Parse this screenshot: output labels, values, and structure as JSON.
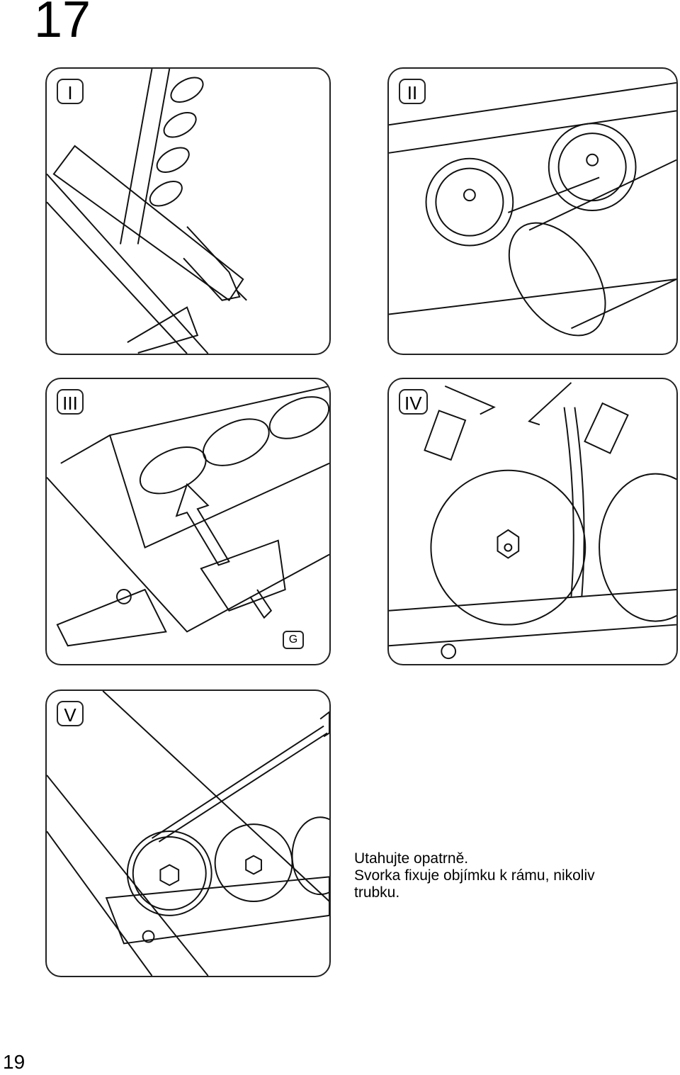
{
  "step_number": "17",
  "panels": [
    {
      "label": "I"
    },
    {
      "label": "II"
    },
    {
      "label": "III",
      "part_label": "G"
    },
    {
      "label": "IV"
    },
    {
      "label": "V"
    }
  ],
  "caption": {
    "line1": "Utahujte opatrně.",
    "line2": "Svorka fixuje objímku k rámu, nikoliv",
    "line3": "trubku."
  },
  "page_number": "19"
}
